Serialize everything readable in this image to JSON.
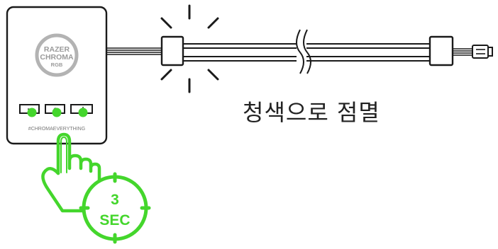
{
  "controller": {
    "logo_line1": "RAZER",
    "logo_line2": "CHROMA",
    "logo_line3": "RGB",
    "hashtag": "#CHROMAEVERYTHING",
    "buttons": [
      {
        "symbol": "−",
        "icon": "minus-icon"
      },
      {
        "symbol": "○",
        "icon": "mode-icon"
      },
      {
        "symbol": "+",
        "icon": "plus-icon"
      }
    ]
  },
  "timer": {
    "value": "3",
    "unit": "SEC"
  },
  "caption": "청색으로 점멸",
  "colors": {
    "accent_green": "#44d62c",
    "line": "#1a1a1a",
    "logo_gray": "#9a9a9a"
  }
}
